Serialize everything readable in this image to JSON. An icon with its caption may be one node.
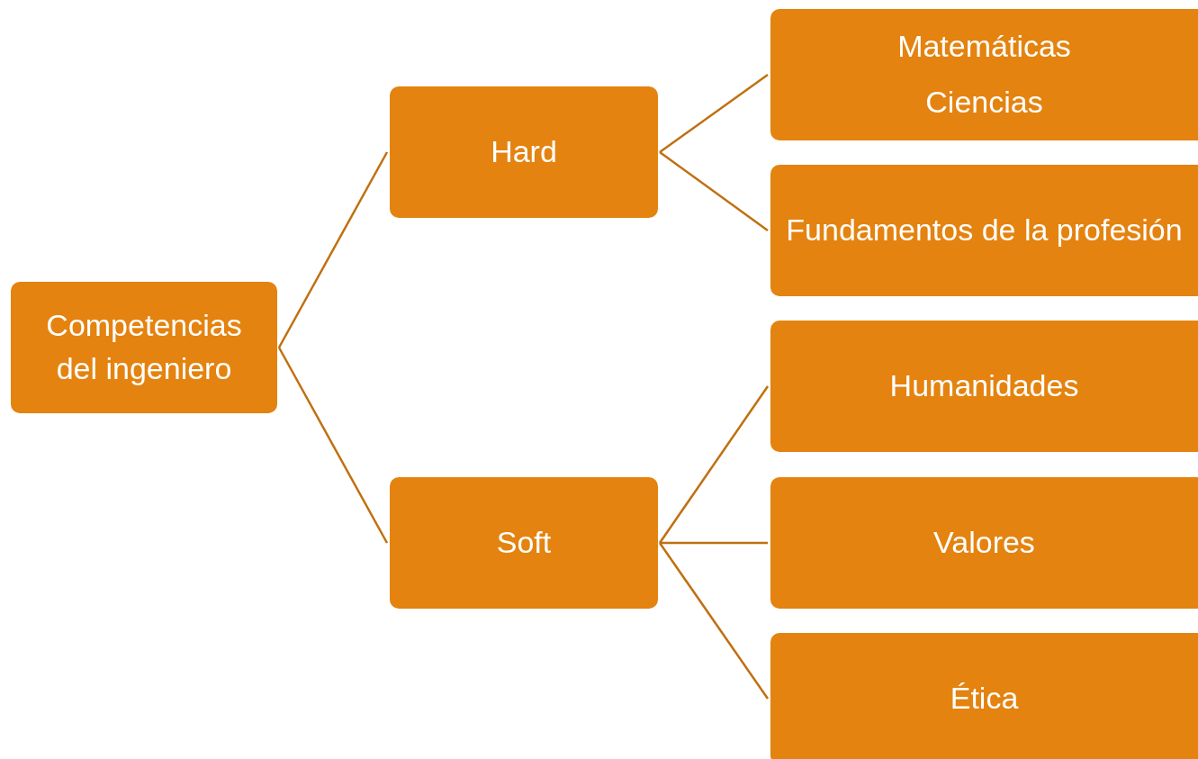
{
  "diagram": {
    "nodes": [
      {
        "text": [
          "Competencias del ingeniero"
        ]
      },
      {
        "text": [
          "Hard"
        ]
      },
      {
        "text": [
          "Soft"
        ]
      },
      {
        "text": [
          "Matemáticas",
          "Ciencias"
        ]
      },
      {
        "text": [
          "Fundamentos de la profesión"
        ]
      },
      {
        "text": [
          "Humanidades"
        ]
      },
      {
        "text": [
          "Valores"
        ]
      },
      {
        "text": [
          "Ética"
        ]
      }
    ],
    "edges": [
      {
        "from": 0,
        "to": 1,
        "arrow": "none"
      },
      {
        "from": 0,
        "to": 2,
        "arrow": "none"
      },
      {
        "from": 1,
        "to": 3,
        "arrow": "none"
      },
      {
        "from": 1,
        "to": 4,
        "arrow": "none"
      },
      {
        "from": 2,
        "to": 5,
        "arrow": "none"
      },
      {
        "from": 2,
        "to": 6,
        "arrow": "none"
      },
      {
        "from": 2,
        "to": 7,
        "arrow": "none"
      }
    ]
  }
}
